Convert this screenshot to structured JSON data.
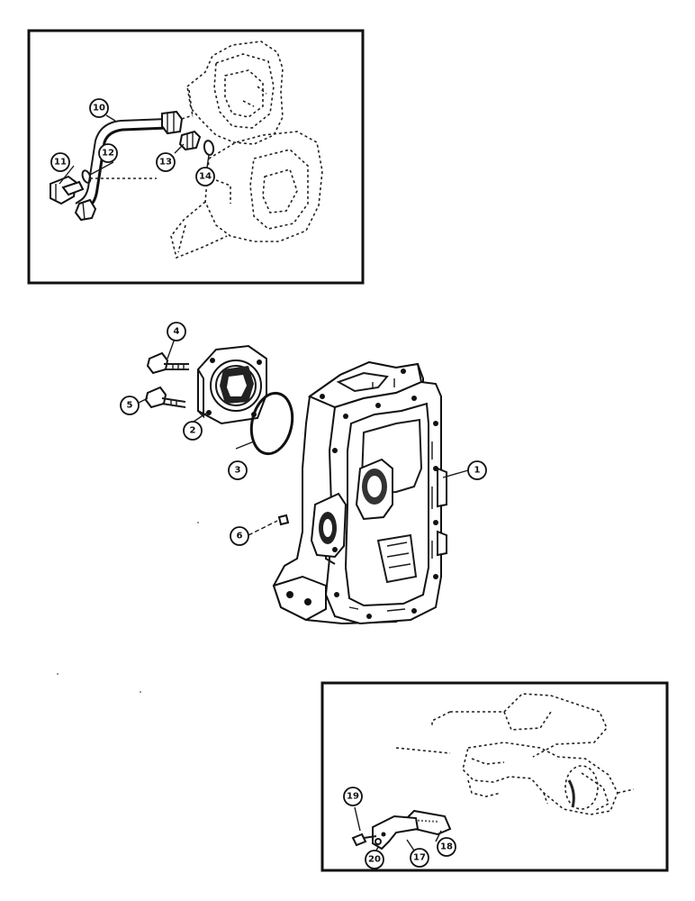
{
  "callouts": {
    "c1": "1",
    "c2": "2",
    "c3": "3",
    "c4": "4",
    "c5": "5",
    "c6": "6",
    "c10": "10",
    "c11": "11",
    "c12": "12",
    "c13": "13",
    "c14": "14",
    "c17": "17",
    "c18": "18",
    "c19": "19",
    "c20": "20"
  }
}
